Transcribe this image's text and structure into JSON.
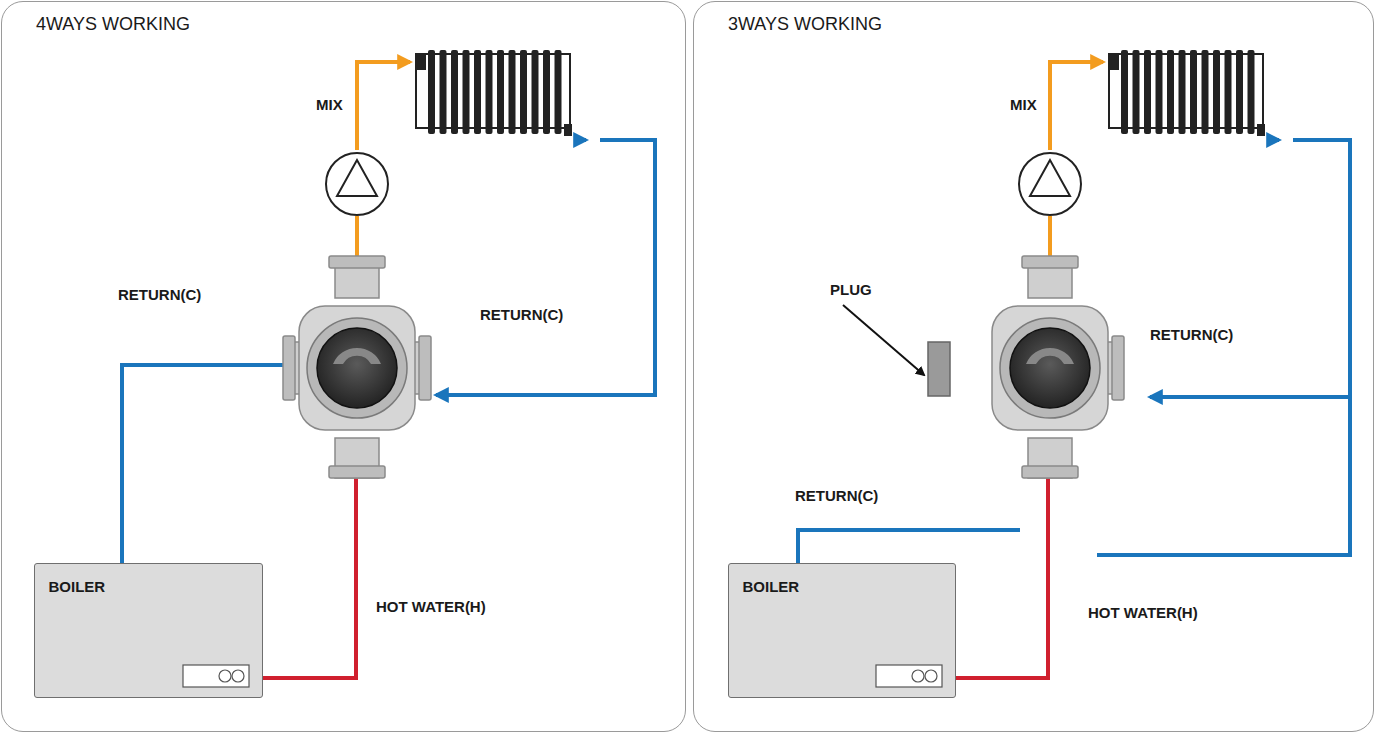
{
  "diagram": {
    "nodes": [
      {
        "text": [
          "4WAYS WORKING"
        ]
      },
      {
        "text": [
          "BOILER"
        ],
        "in": 0
      },
      {
        "text": [
          "3WAYS WORKING"
        ]
      },
      {
        "text": [
          "BOILER"
        ],
        "in": 2
      }
    ],
    "labels": [
      "MIX",
      "RETURN(C)",
      "RETURN(C)",
      "HOT WATER(H)",
      "MIX",
      "PLUG",
      "RETURN(C)",
      "RETURN(C)",
      "HOT WATER(H)"
    ]
  }
}
